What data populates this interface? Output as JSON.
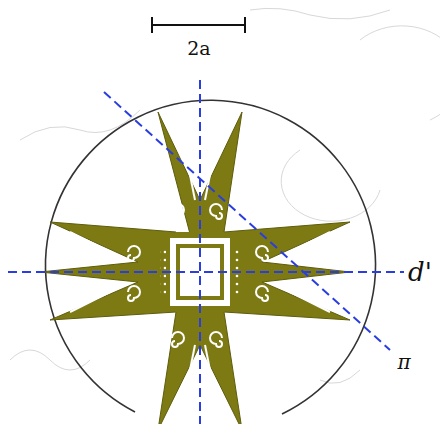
{
  "diagram": {
    "labels": [
      "2a",
      "d'",
      "π"
    ]
  }
}
